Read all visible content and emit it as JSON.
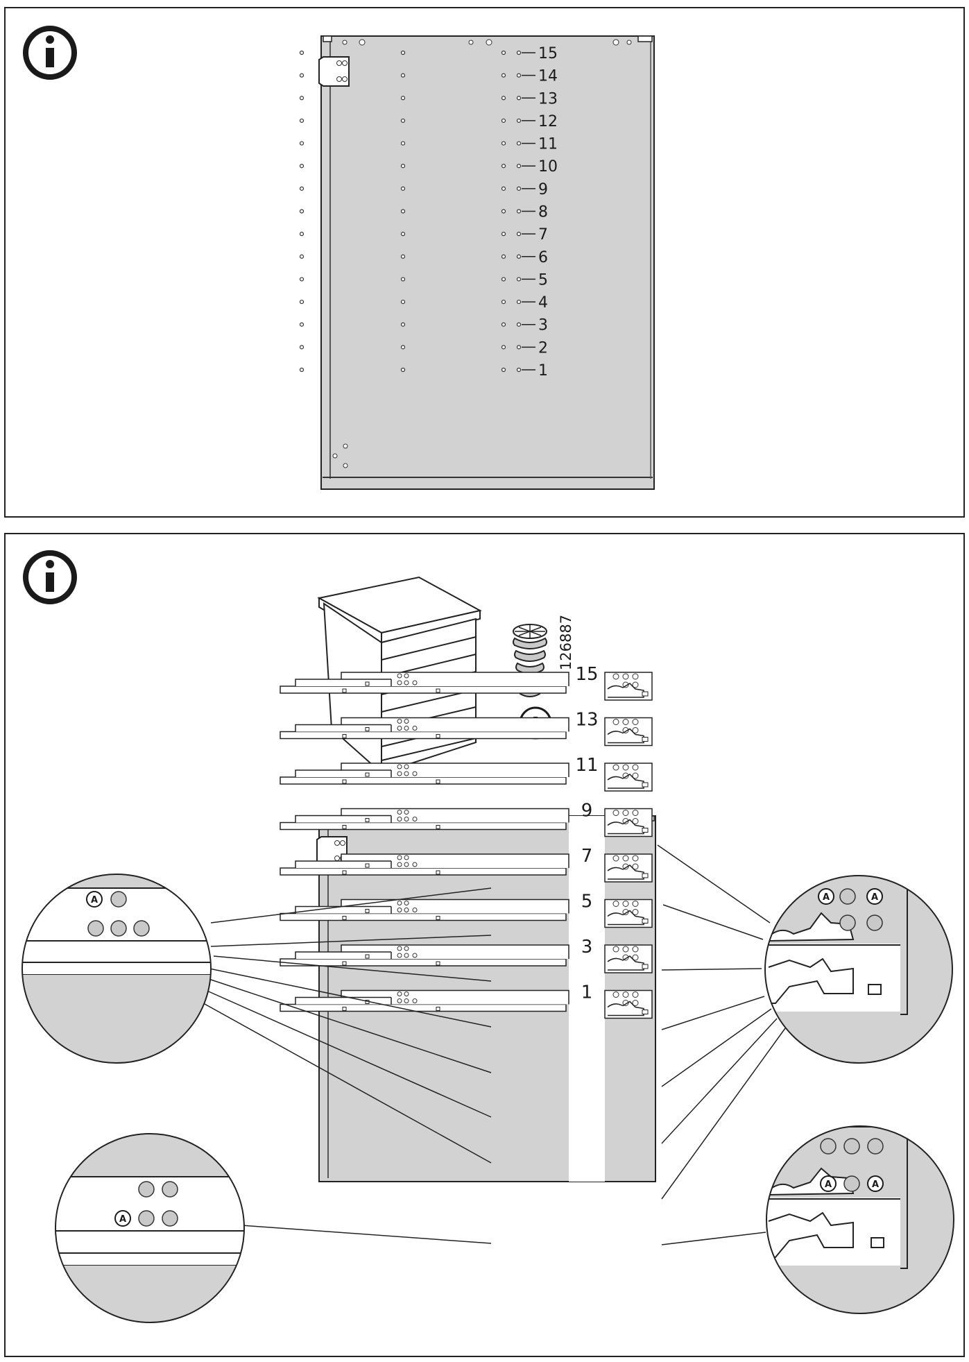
{
  "panel_top": {
    "info_icon": "info-icon",
    "row_labels": [
      "15",
      "14",
      "13",
      "12",
      "11",
      "10",
      "9",
      "8",
      "7",
      "6",
      "5",
      "4",
      "3",
      "2",
      "1"
    ]
  },
  "panel_bottom": {
    "info_icon": "info-icon",
    "part_number": "126887",
    "part_letter": "A",
    "slot_labels": [
      "15",
      "13",
      "11",
      "9",
      "7",
      "5",
      "3",
      "1"
    ],
    "callout_marker": "A"
  },
  "colors": {
    "panel_gray": "#d2d2d2",
    "line": "#222222",
    "hole_gray": "#c9c9c9"
  }
}
